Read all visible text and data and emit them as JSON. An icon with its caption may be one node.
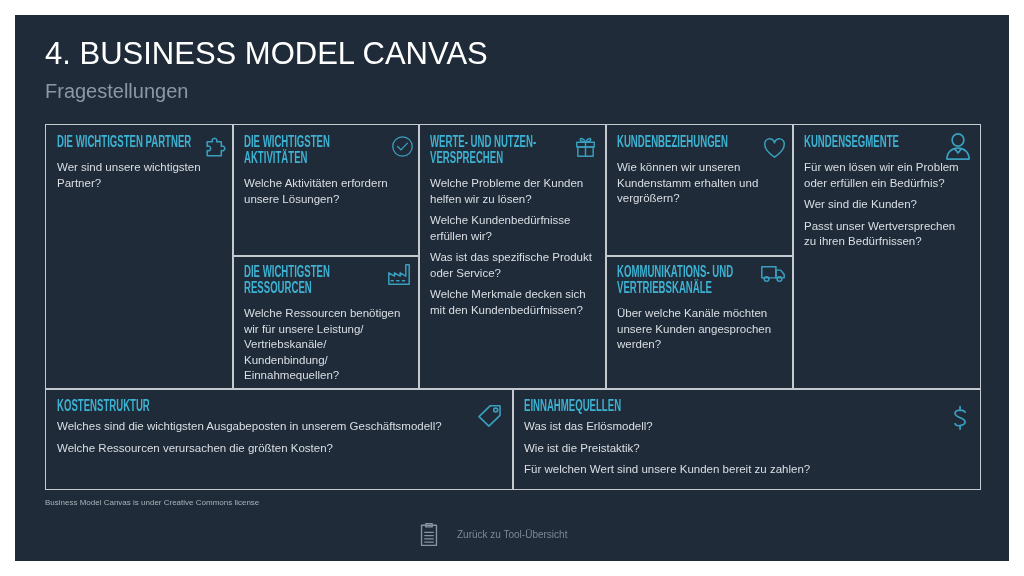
{
  "diagram": {
    "title": "4. BUSINESS MODEL CANVAS",
    "nodes": [
      {
        "text": [
          "DIE WICHTIGSTEN PARTNER",
          "Wer sind unsere wichtigsten Partner?"
        ]
      },
      {
        "text": [
          "DIE WICHTIGSTEN AKTIVITÄTEN",
          "Welche Aktivitäten erfordern unsere Lösungen?"
        ]
      },
      {
        "text": [
          "DIE WICHTIGSTEN RESSOURCEN",
          "Welche Ressourcen benötigen wir für unsere Leistung/ Vertriebskanäle/ Kundenbindung/ Einnahmequellen?"
        ]
      },
      {
        "text": [
          "WERTE- UND NUTZEN- VERSPRECHEN",
          "Welche Probleme der Kunden helfen wir zu lösen?",
          "Welche Kundenbedürfnisse erfüllen wir?",
          "Was ist das spezifische Produkt oder Service?",
          "Welche Merkmale decken sich mit den Kundenbedürfnissen?"
        ]
      },
      {
        "text": [
          "KUNDENBEZIEHUNGEN",
          "Wie können wir unseren Kundenstamm erhalten und vergrößern?"
        ]
      },
      {
        "text": [
          "KOMMUNIKATIONS- UND VERTRIEBSKANÄLE",
          "Über welche Kanäle möchten unsere Kunden angesprochen werden?"
        ]
      },
      {
        "text": [
          "KUNDENSEGMENTE",
          "Für wen lösen wir ein Problem oder erfüllen ein Bedürfnis?",
          "Wer sind die Kunden?",
          "Passt unser Wertversprechen zu ihren Bedürfnissen?"
        ]
      },
      {
        "text": [
          "KOSTENSTRUKTUR",
          "Welches sind die wichtigsten Ausgabeposten in unserem Geschäftsmodell?",
          "Welche Ressourcen verursachen die größten Kosten?"
        ]
      },
      {
        "text": [
          "EINNAHMEQUELLEN",
          "Was ist das Erlösmodell?",
          "Wie ist die Preistaktik?",
          "Für welchen Wert sind unsere Kunden bereit zu zahlen?"
        ]
      }
    ],
    "labels": [
      "Fragestellungen",
      "Business Model Canvas is under Creative Commons license",
      "Zurück zu Tool-Übersicht"
    ]
  }
}
